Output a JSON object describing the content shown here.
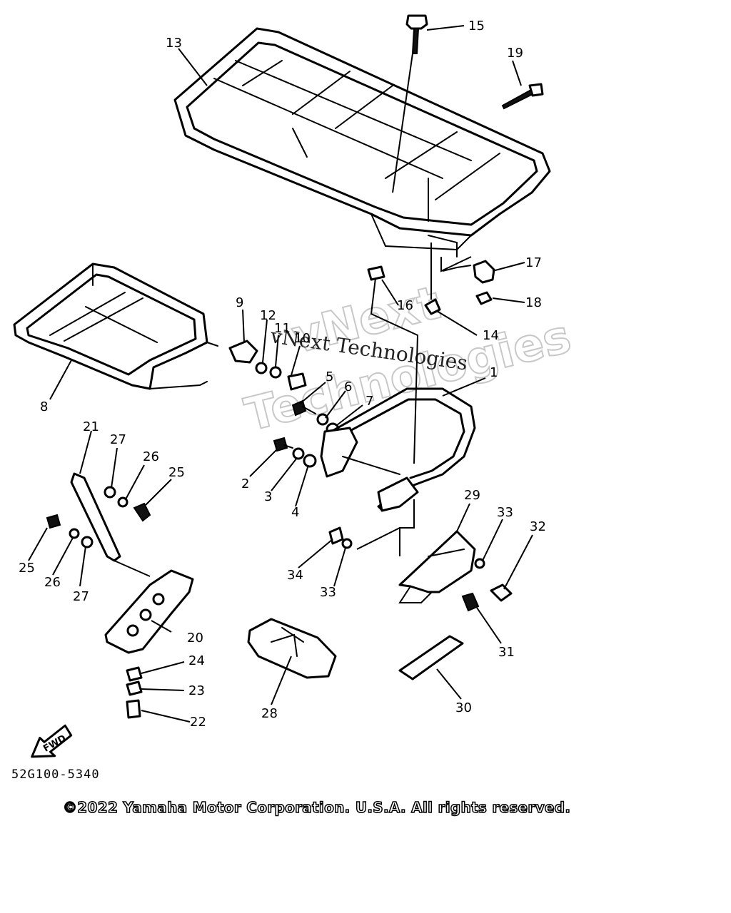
{
  "diagram": {
    "code": "52G100-5340",
    "copyright": "©2022 Yamaha Motor Corporation. U.S.A. All rights reserved.",
    "watermark": {
      "text_a": "vNext",
      "text_b": "Technologies",
      "line": "vNext Technologies"
    },
    "fwd_label": "FWD",
    "callouts": [
      "1",
      "2",
      "3",
      "4",
      "5",
      "6",
      "7",
      "8",
      "9",
      "10",
      "11",
      "12",
      "13",
      "14",
      "15",
      "16",
      "17",
      "18",
      "19",
      "20",
      "21",
      "22",
      "23",
      "24",
      "25",
      "26",
      "27",
      "28",
      "29",
      "30",
      "31",
      "32",
      "33",
      "34"
    ]
  }
}
